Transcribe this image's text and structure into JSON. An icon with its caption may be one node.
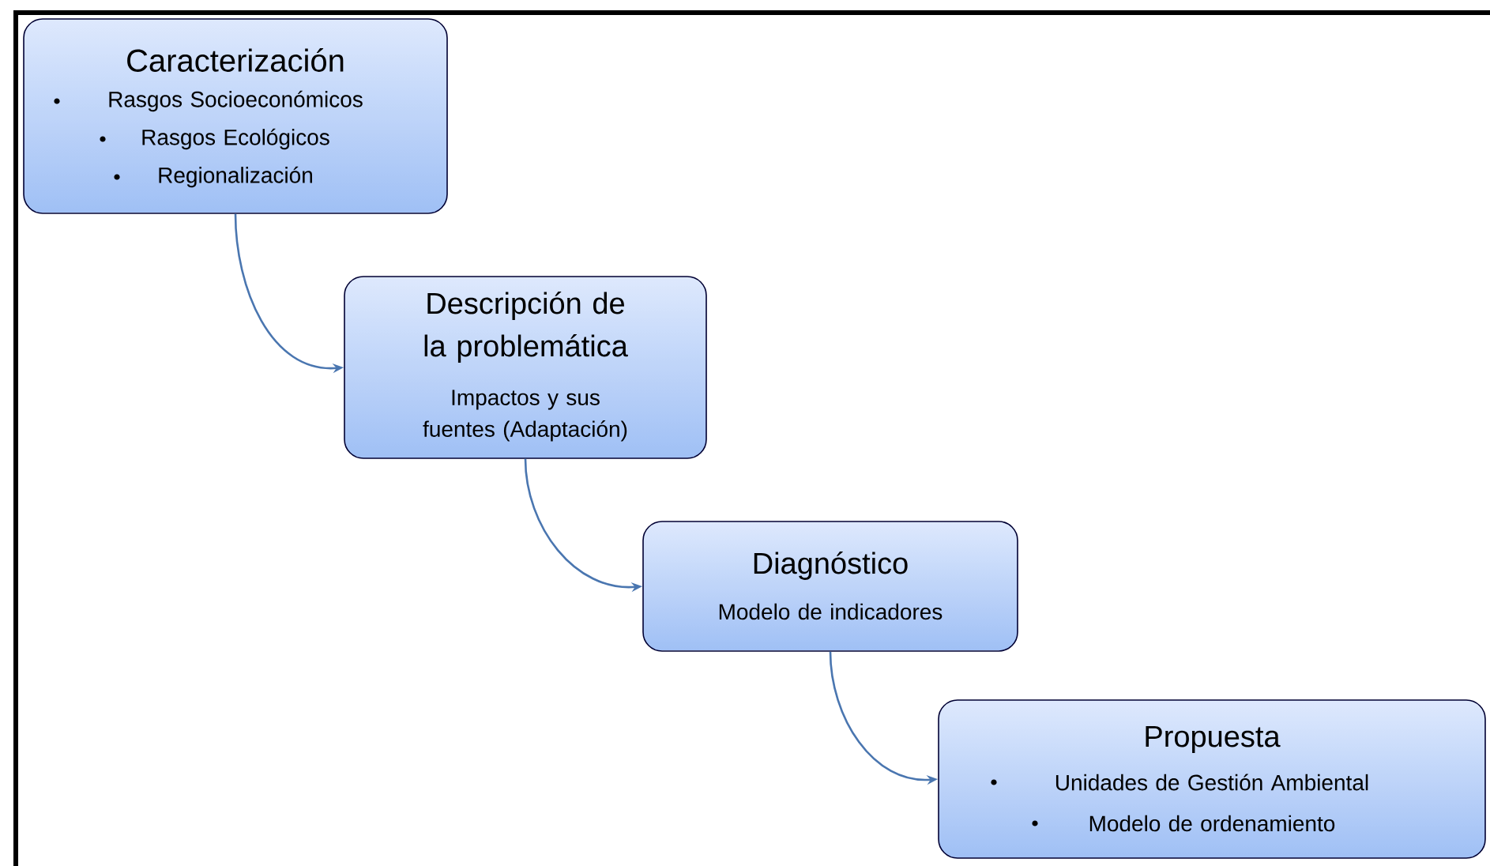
{
  "diagram": {
    "nodes": [
      {
        "text": [
          "Caracterización",
          "Rasgos Socioeconómicos",
          "Rasgos Ecológicos",
          "Regionalización"
        ]
      },
      {
        "text": [
          "Descripción de la problemática",
          "Impactos y sus fuentes (Adaptación)"
        ]
      },
      {
        "text": [
          "Diagnóstico",
          "Modelo de indicadores"
        ]
      },
      {
        "text": [
          "Propuesta",
          "Unidades de Gestión Ambiental",
          "Modelo de ordenamiento"
        ]
      }
    ],
    "edges": [
      {
        "from": 0,
        "to": 1,
        "arrow": "to"
      },
      {
        "from": 1,
        "to": 2,
        "arrow": "to"
      },
      {
        "from": 2,
        "to": 3,
        "arrow": "to"
      }
    ]
  }
}
